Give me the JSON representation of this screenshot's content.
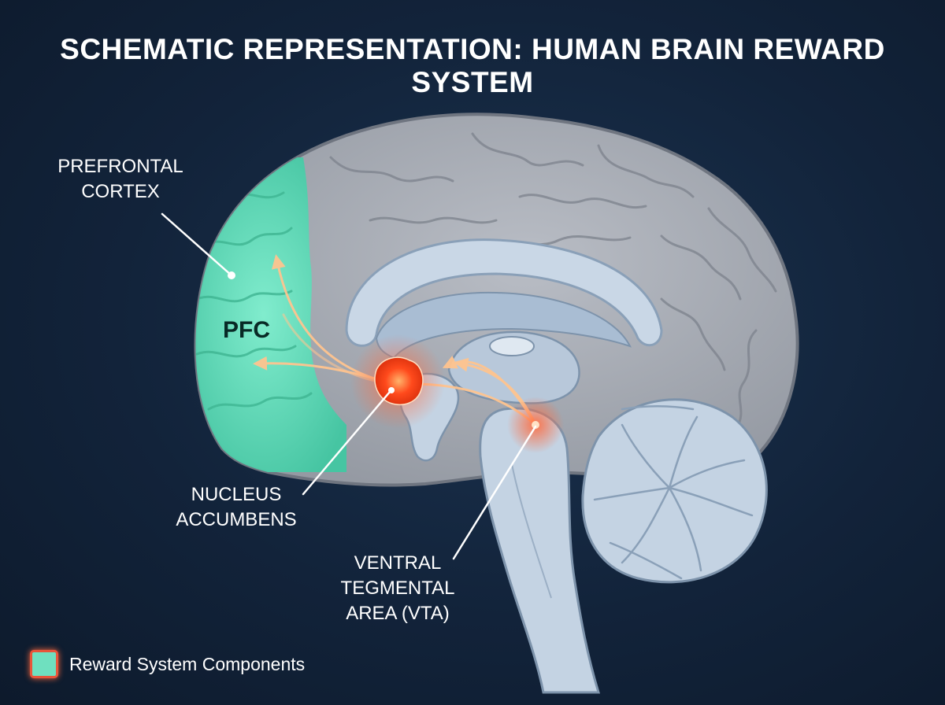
{
  "title": "SCHEMATIC REPRESENTATION: HUMAN BRAIN REWARD SYSTEM",
  "labels": {
    "prefrontal_cortex": [
      "PREFRONTAL",
      "CORTEX"
    ],
    "pfc_abbrev": "PFC",
    "nucleus_accumbens": [
      "NUCLEUS",
      "ACCUMBENS"
    ],
    "vta": [
      "VENTRAL",
      "TEGMENTAL",
      "AREA (VTA)"
    ]
  },
  "legend": {
    "label": "Reward System Components",
    "swatch_color": "#6fe0bf",
    "swatch_border": "#e8553a"
  },
  "colors": {
    "background": "#12233a",
    "brain": "#a6aab2",
    "pfc_highlight": "#5fd9b6",
    "nucleus_accumbens": "#ff4a1c",
    "pathway": "#ffb27a",
    "inner_structures": "#c4d3e3"
  }
}
